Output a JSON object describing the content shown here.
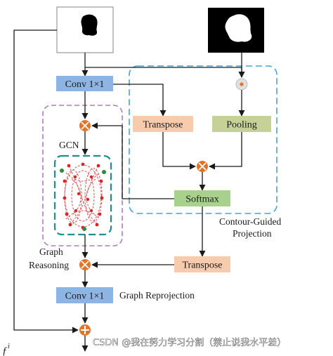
{
  "colors": {
    "blue_box": "#8db4e2",
    "orange_box": "#f8cbad",
    "green_box": "#a9d18e",
    "olive_box": "#c5d196",
    "op_circle": "#e2742a",
    "dashed_blue": "#4aa3d6",
    "dashed_purple": "#b07cc6",
    "dashed_teal": "#1b8f8f",
    "graph_node": "#d62728",
    "graph_edge": "#e05555",
    "line": "#1a1a1a"
  },
  "nodes": {
    "conv_top": "Conv 1×1",
    "transpose_top": "Transpose",
    "pooling": "Pooling",
    "softmax": "Softmax",
    "transpose_bottom": "Transpose",
    "conv_bottom": "Conv 1×1"
  },
  "labels": {
    "gcn": "GCN",
    "contour_line1": "Contour-Guided",
    "contour_line2": "Projection",
    "graph_reasoning_line1": "Graph",
    "graph_reasoning_line2": "Reasoning",
    "graph_reprojection": "Graph Reprojection",
    "feature_symbol": "ƒ",
    "feature_sup": "i"
  },
  "watermark": "CSDN @我在努力学习分割（禁止说我水平差）"
}
